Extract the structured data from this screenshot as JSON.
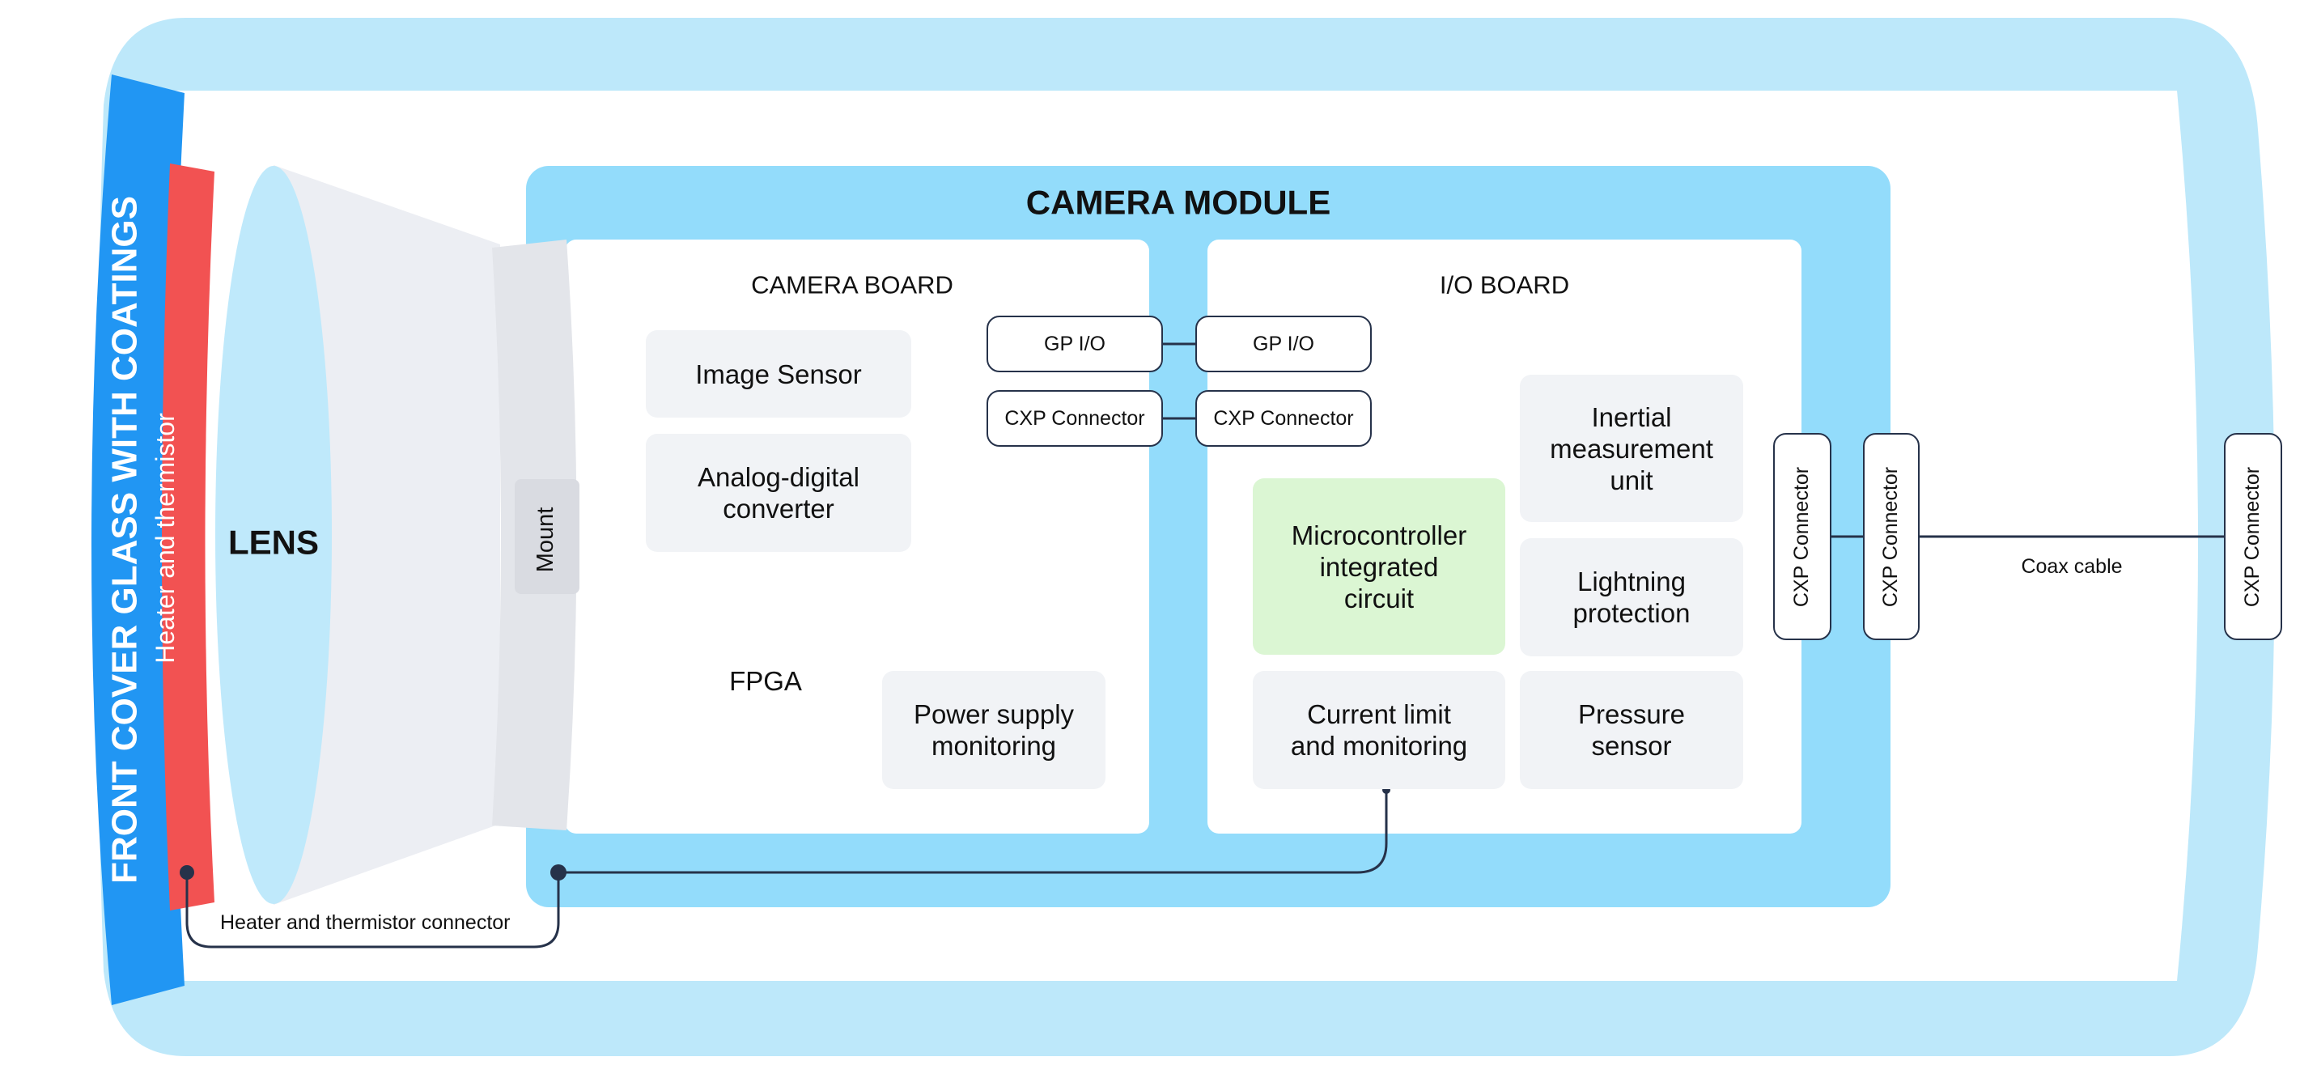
{
  "front_cover": {
    "label": "FRONT COVER GLASS WITH COATINGS",
    "color": "#2196f3"
  },
  "heater": {
    "label": "Heater and thermistor",
    "color": "#f25252"
  },
  "lens": {
    "label": "LENS",
    "color": "#bfe9fb"
  },
  "mount": {
    "label": "Mount"
  },
  "camera_module": {
    "title": "CAMERA MODULE",
    "color": "#93dcfb",
    "camera_board": {
      "title": "CAMERA BOARD",
      "image_sensor": "Image Sensor",
      "adc": "Analog-digital\nconverter",
      "fpga": "FPGA",
      "power_supply": "Power supply\nmonitoring",
      "gpio": "GP I/O",
      "cxp": "CXP Connector"
    },
    "io_board": {
      "title": "I/O BOARD",
      "gpio": "GP I/O",
      "cxp": "CXP Connector",
      "imu": "Inertial\nmeasurement\nunit",
      "mcu": "Microcontroller\nintegrated\ncircuit",
      "lightning": "Lightning\nprotection",
      "current": "Current limit\nand monitoring",
      "pressure": "Pressure\nsensor"
    }
  },
  "connectors": {
    "cxp_1": "CXP Connector",
    "cxp_2": "CXP Connector",
    "cxp_3": "CXP Connector",
    "coax_cable": "Coax cable"
  },
  "heater_connector": "Heater and thermistor connector",
  "colors": {
    "housing": "#bde8fa",
    "green": "#dbf6d3",
    "grey_box": "#f1f3f6",
    "line": "#26324a"
  }
}
